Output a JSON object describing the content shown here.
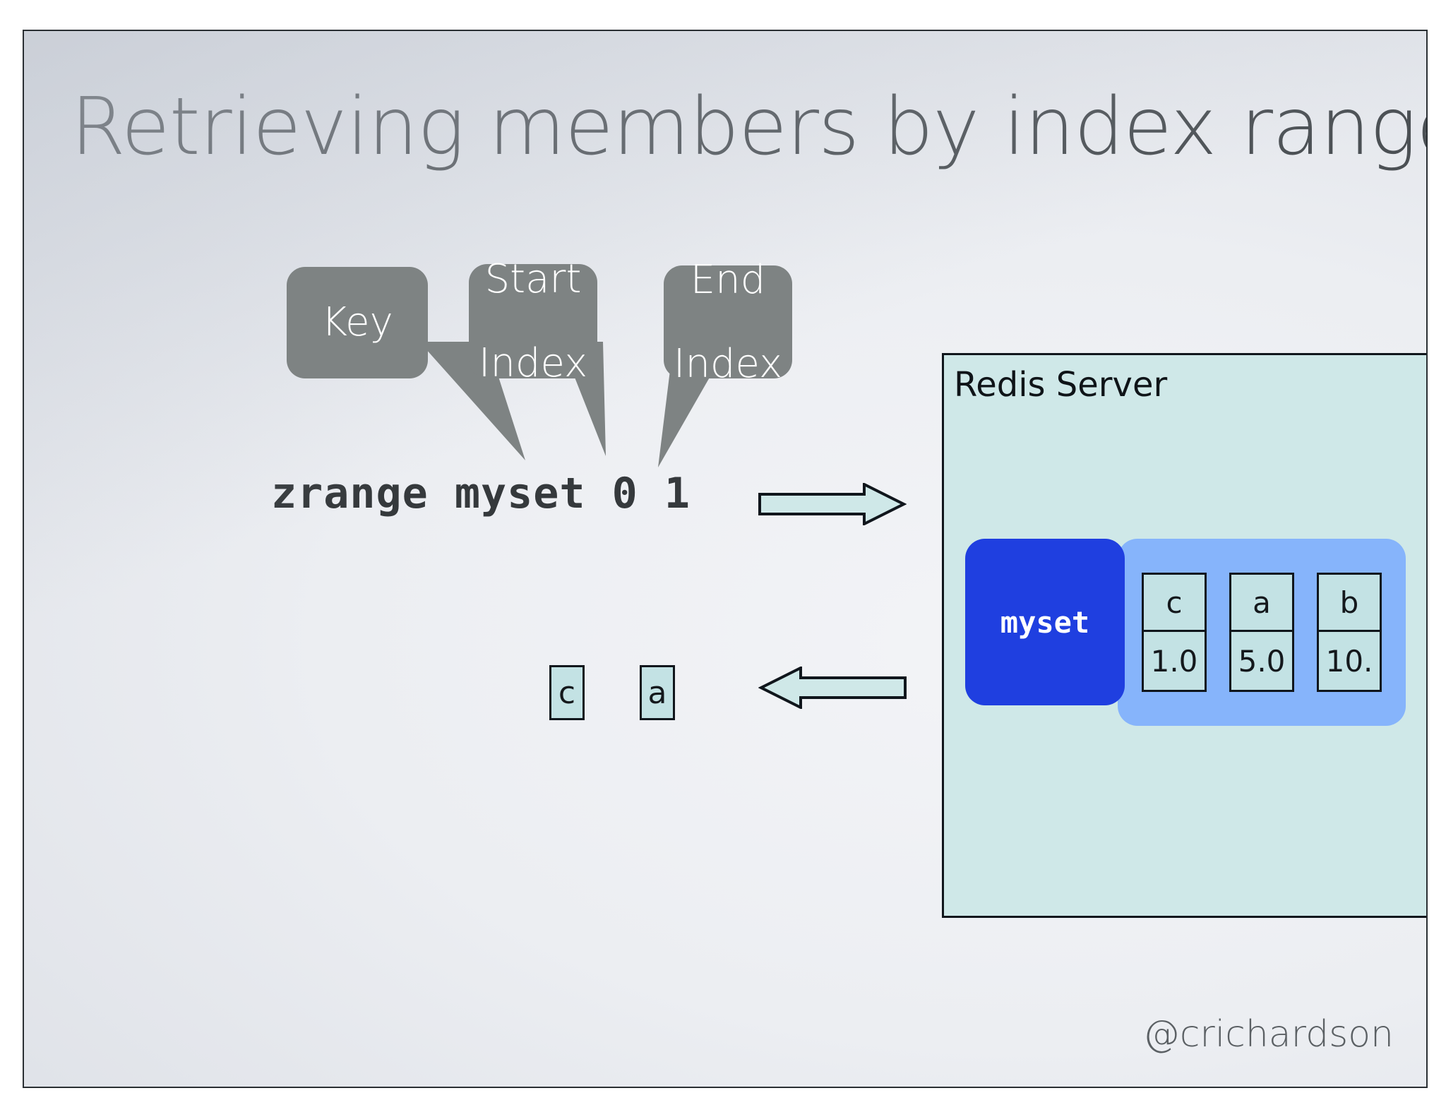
{
  "slide": {
    "title": "Retrieving members by index range",
    "handle": "@crichardson"
  },
  "callouts": [
    {
      "id": "key",
      "label": "Key"
    },
    {
      "id": "start-index",
      "line1": "Start",
      "line2": "Index"
    },
    {
      "id": "end-index",
      "line1": "End",
      "line2": "Index"
    }
  ],
  "command": {
    "text": "zrange myset 0 1",
    "name": "zrange",
    "key": "myset",
    "start_index": "0",
    "end_index": "1"
  },
  "arrows": {
    "request": "arrow-right",
    "response": "arrow-left"
  },
  "result": {
    "cells": [
      "c",
      "a"
    ]
  },
  "server": {
    "title": "Redis Server",
    "key_label": "myset",
    "members": [
      {
        "member": "c",
        "score": "1.0"
      },
      {
        "member": "a",
        "score": "5.0"
      },
      {
        "member": "b",
        "score": "10."
      }
    ]
  },
  "colors": {
    "bubble": "#7e8383",
    "server_bg": "#cfe8e8",
    "key_chip": "#1f3fe0",
    "members_panel": "#86b4fb",
    "cell": "#c3e2e4",
    "outline": "#10161c",
    "title_text": "#4b5054"
  }
}
